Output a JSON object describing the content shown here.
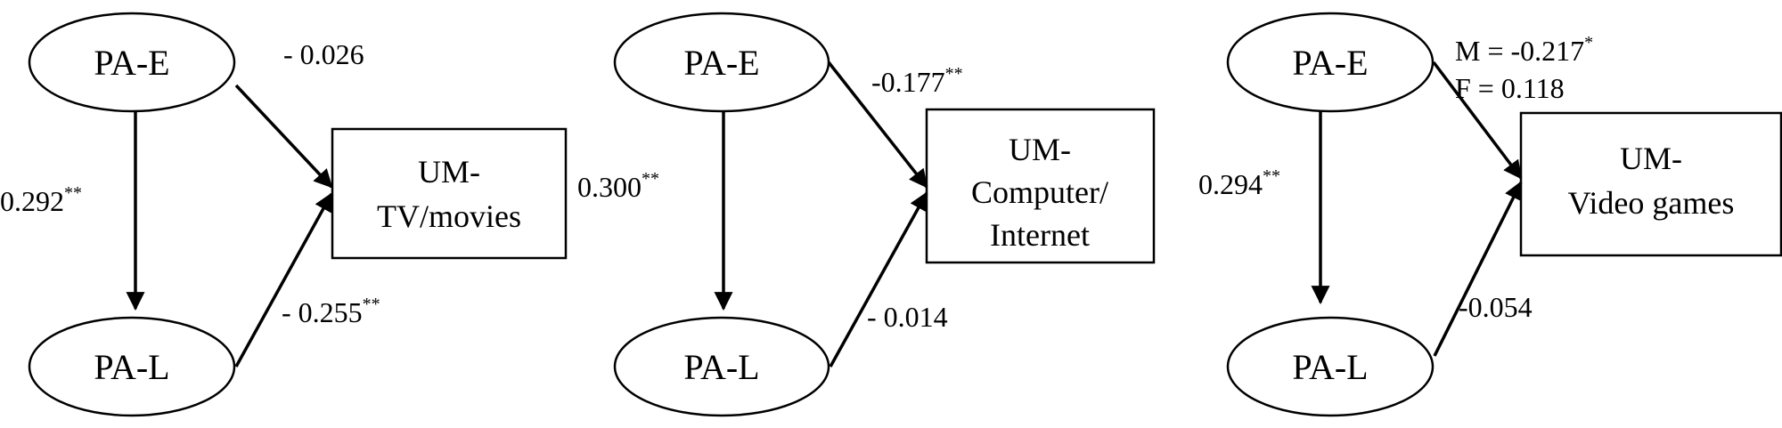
{
  "panels": [
    {
      "top_node": "PA-E",
      "bottom_node": "PA-L",
      "outcome_line1": "UM-",
      "outcome_line2": "TV/movies",
      "outcome_line3": "",
      "path_a": "0.292",
      "path_a_star": "**",
      "path_top": "- 0.026",
      "path_top_star": "",
      "path_top_line2": "",
      "path_bottom": "- 0.255",
      "path_bottom_star": "**"
    },
    {
      "top_node": "PA-E",
      "bottom_node": "PA-L",
      "outcome_line1": "UM-",
      "outcome_line2": "Computer/",
      "outcome_line3": "Internet",
      "path_a": "0.300",
      "path_a_star": "**",
      "path_top": "-0.177",
      "path_top_star": "**",
      "path_top_line2": "",
      "path_bottom": "- 0.014",
      "path_bottom_star": ""
    },
    {
      "top_node": "PA-E",
      "bottom_node": "PA-L",
      "outcome_line1": "UM-",
      "outcome_line2": "Video games",
      "outcome_line3": "",
      "path_a": "0.294",
      "path_a_star": "**",
      "path_top": "M = -0.217",
      "path_top_star": "*",
      "path_top_line2": "F = 0.118",
      "path_bottom": "-0.054",
      "path_bottom_star": ""
    }
  ]
}
